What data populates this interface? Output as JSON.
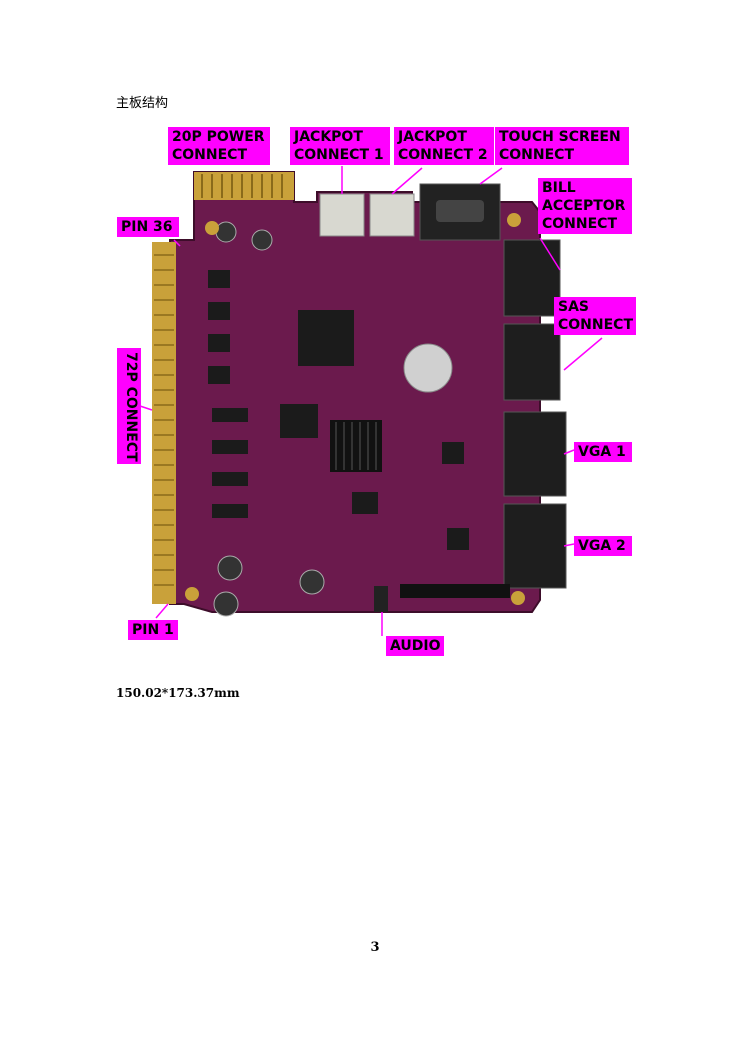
{
  "doc": {
    "heading": "主板结构",
    "dimensions": "150.02*173.37mm",
    "page_number": "3"
  },
  "labels": {
    "power": [
      "20P POWER",
      "CONNECT"
    ],
    "jackpot1": [
      "JACKPOT",
      "CONNECT 1"
    ],
    "jackpot2": [
      "JACKPOT",
      "CONNECT 2"
    ],
    "touch": [
      "TOUCH SCREEN",
      "CONNECT"
    ],
    "bill": [
      "BILL",
      "ACCEPTOR",
      "CONNECT"
    ],
    "pin36": "PIN 36",
    "sas": [
      "SAS",
      "CONNECT"
    ],
    "p72": "72P CONNECT",
    "vga1": "VGA 1",
    "vga2": "VGA 2",
    "pin1": "PIN 1",
    "audio": "AUDIO"
  },
  "colors": {
    "label_bg": "#ff00ff",
    "board": "#6b1a4d",
    "gold": "#c9a13a"
  }
}
